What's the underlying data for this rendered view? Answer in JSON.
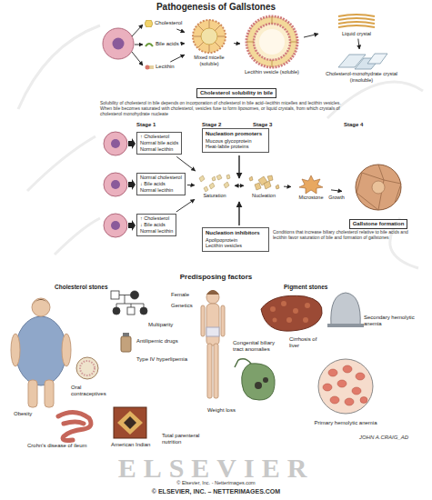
{
  "diagram": {
    "title": "Pathogenesis of Gallstones",
    "nodes": [
      {
        "text": [
          "Cholesterol"
        ]
      },
      {
        "text": [
          "Bile acids"
        ]
      },
      {
        "text": [
          "Lecithin"
        ]
      },
      {
        "text": [
          "Mixed micelle (soluble)"
        ]
      },
      {
        "text": [
          "Lecithin vesicle (soluble)"
        ]
      },
      {
        "text": [
          "Liquid crystal"
        ]
      },
      {
        "text": [
          "Cholesterol-monohydrate crystal (insoluble)"
        ]
      },
      {
        "text": [
          "Cholesterol solubility in bile"
        ]
      },
      {
        "text": [
          "↑ Cholesterol",
          "Normal bile acids",
          "Normal lecithin"
        ]
      },
      {
        "text": [
          "Normal cholesterol",
          "↓ Bile acids",
          "Normal lecithin"
        ]
      },
      {
        "text": [
          "↑ Cholesterol",
          "↓ Bile acids",
          "Normal lecithin"
        ]
      },
      {
        "text": [
          "Nucleation promoters",
          "Mucous glycoprotein",
          "Heat-labile proteins"
        ]
      },
      {
        "text": [
          "Saturation"
        ]
      },
      {
        "text": [
          "Nucleation"
        ]
      },
      {
        "text": [
          "Nucleation inhibitors",
          "Apolipoprotein",
          "Lecithin vesicles"
        ]
      },
      {
        "text": [
          "Microstone"
        ]
      },
      {
        "text": [
          "Gallstone formation"
        ]
      }
    ],
    "edges": [
      {
        "from": 0,
        "to": 3,
        "arrow": "to"
      },
      {
        "from": 1,
        "to": 3,
        "arrow": "to"
      },
      {
        "from": 2,
        "to": 3,
        "arrow": "to"
      },
      {
        "from": 3,
        "to": 4,
        "arrow": "to"
      },
      {
        "from": 4,
        "to": 5,
        "arrow": "to"
      },
      {
        "from": 5,
        "to": 6,
        "arrow": "to"
      },
      {
        "from": 8,
        "to": 12,
        "arrow": "to"
      },
      {
        "from": 9,
        "to": 12,
        "arrow": "to"
      },
      {
        "from": 10,
        "to": 12,
        "arrow": "to"
      },
      {
        "from": 12,
        "to": 13,
        "arrow": "both"
      },
      {
        "from": 13,
        "to": 15,
        "arrow": "to"
      },
      {
        "from": 15,
        "to": 16,
        "label": "Growth",
        "arrow": "to"
      }
    ],
    "labels": [
      "Solubility of cholesterol in bile depends on incorporation of cholesterol in bile acid–lecithin micelles and lecithin vesicles. When bile becomes saturated with cholesterol, vesicles fuse to form liposomes, or liquid crystals, from which crystals of cholesterol monohydrate nucleate",
      "Stage 1",
      "Stage 2",
      "Stage 3",
      "Stage 4",
      "Conditions that increase biliary cholesterol relative to bile acids and lecithin favor saturation of bile and formation of gallstones",
      "Predisposing factors",
      "Cholesterol stones",
      "Pigment stones",
      "Female",
      "Genetics",
      "Multiparity",
      "Antilipemic drugs",
      "Type IV hyperlipemia",
      "Oral contraceptives",
      "Obesity",
      "Weight loss",
      "Crohn's disease of ileum",
      "American Indian",
      "Total parenteral nutrition",
      "Congenital biliary tract anomalies",
      "Cirrhosis of liver",
      "Secondary hemolytic anemia",
      "Primary hemolytic anemia",
      "JOHN A.CRAIG_AD",
      "ELSEVIER",
      "© Elsevier, Inc. - Netterimages.com",
      "© ELSEVIER, INC. – NETTERIMAGES.COM"
    ]
  }
}
